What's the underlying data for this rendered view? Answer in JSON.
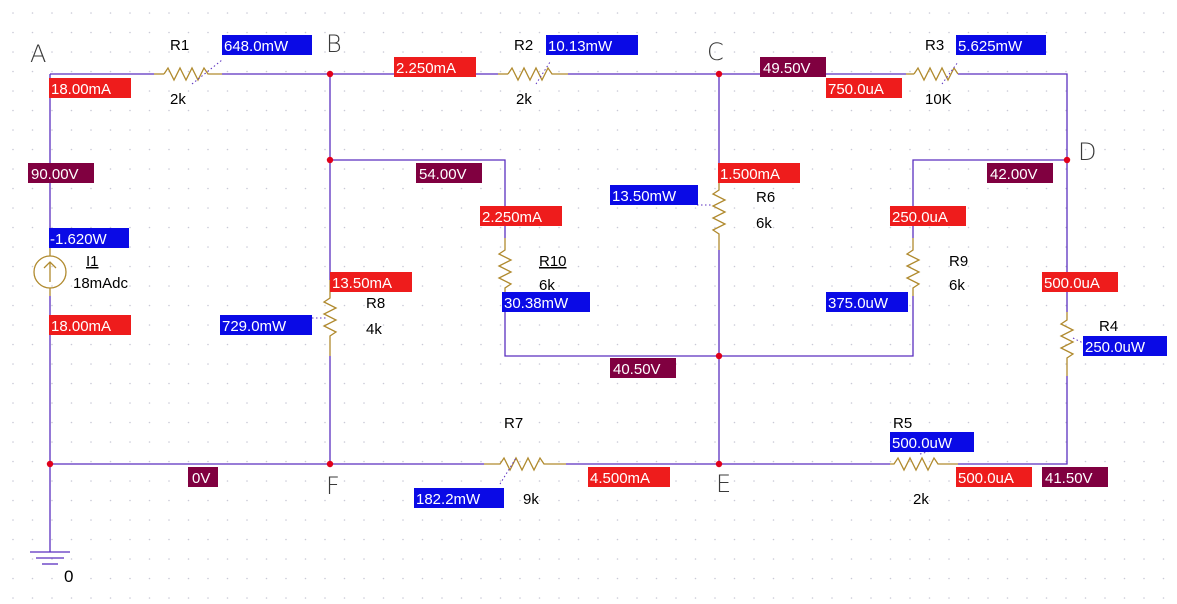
{
  "nodes": {
    "A": "A",
    "B": "B",
    "C": "C",
    "D": "D",
    "E": "E",
    "F": "F",
    "ground": "0"
  },
  "components": {
    "R1": {
      "name": "R1",
      "value": "2k"
    },
    "R2": {
      "name": "R2",
      "value": "2k"
    },
    "R3": {
      "name": "R3",
      "value": "10K"
    },
    "R4": {
      "name": "R4",
      "value": ""
    },
    "R5": {
      "name": "R5",
      "value": "2k"
    },
    "R6": {
      "name": "R6",
      "value": "6k"
    },
    "R7": {
      "name": "R7",
      "value": "9k"
    },
    "R8": {
      "name": "R8",
      "value": "4k"
    },
    "R9": {
      "name": "R9",
      "value": "6k"
    },
    "R10": {
      "name": "R10",
      "value": "6k"
    },
    "I1": {
      "name": "I1",
      "value": "18mAdc"
    }
  },
  "voltages": {
    "A": "90.00V",
    "B_mid": "54.00V",
    "C": "49.50V",
    "D": "42.00V",
    "E_mid": "40.50V",
    "F": "0V",
    "R4_bottom": "41.50V"
  },
  "currents": {
    "source_top": "18.00mA",
    "source_bottom": "18.00mA",
    "R2": "2.250mA",
    "R3": "750.0uA",
    "R6": "1.500mA",
    "R10": "2.250mA",
    "R8": "13.50mA",
    "R9": "250.0uA",
    "R4": "500.0uA",
    "R7": "4.500mA",
    "R5": "500.0uA"
  },
  "powers": {
    "R1": "648.0mW",
    "R2": "10.13mW",
    "R3": "5.625mW",
    "I1": "-1.620W",
    "R6": "13.50mW",
    "R10": "30.38mW",
    "R9": "375.0uW",
    "R8": "729.0mW",
    "R4": "250.0uW",
    "R5": "500.0uW",
    "R7": "182.2mW"
  },
  "colors": {
    "voltage_tag": "#800040",
    "current_tag": "#ee1c1c",
    "power_tag": "#0a0ae6",
    "wire": "#5a2fbf",
    "resistor": "#b08a2e"
  }
}
